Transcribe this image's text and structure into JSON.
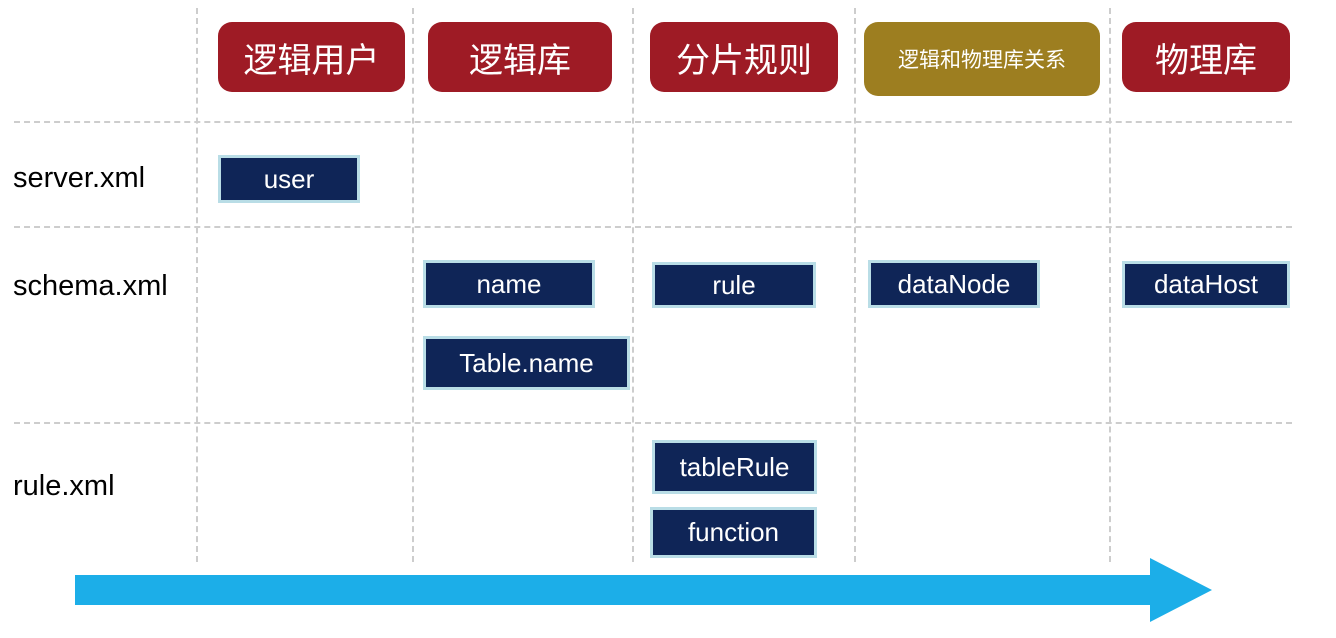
{
  "colors": {
    "header_red": "#9e1b25",
    "header_olive": "#9d7e20",
    "item_navy": "#0f2557",
    "item_border": "#b9dde6",
    "arrow_cyan": "#1caee8",
    "grid_gray": "#cdcdcd"
  },
  "columns": [
    {
      "label": "逻辑用户",
      "color": "#9e1b25"
    },
    {
      "label": "逻辑库",
      "color": "#9e1b25"
    },
    {
      "label": "分片规则",
      "color": "#9e1b25"
    },
    {
      "label": "逻辑和物理库关系",
      "color": "#9d7e20"
    },
    {
      "label": "物理库",
      "color": "#9e1b25"
    }
  ],
  "rows": [
    {
      "label": "server.xml",
      "items": [
        {
          "label": "user",
          "column": "逻辑用户"
        }
      ]
    },
    {
      "label": "schema.xml",
      "items": [
        {
          "label": "name",
          "column": "逻辑库"
        },
        {
          "label": "Table.name",
          "column": "逻辑库"
        },
        {
          "label": "rule",
          "column": "分片规则"
        },
        {
          "label": "dataNode",
          "column": "逻辑和物理库关系"
        },
        {
          "label": "dataHost",
          "column": "物理库"
        }
      ]
    },
    {
      "label": "rule.xml",
      "items": [
        {
          "label": "tableRule",
          "column": "分片规则"
        },
        {
          "label": "function",
          "column": "分片规则"
        }
      ]
    }
  ]
}
